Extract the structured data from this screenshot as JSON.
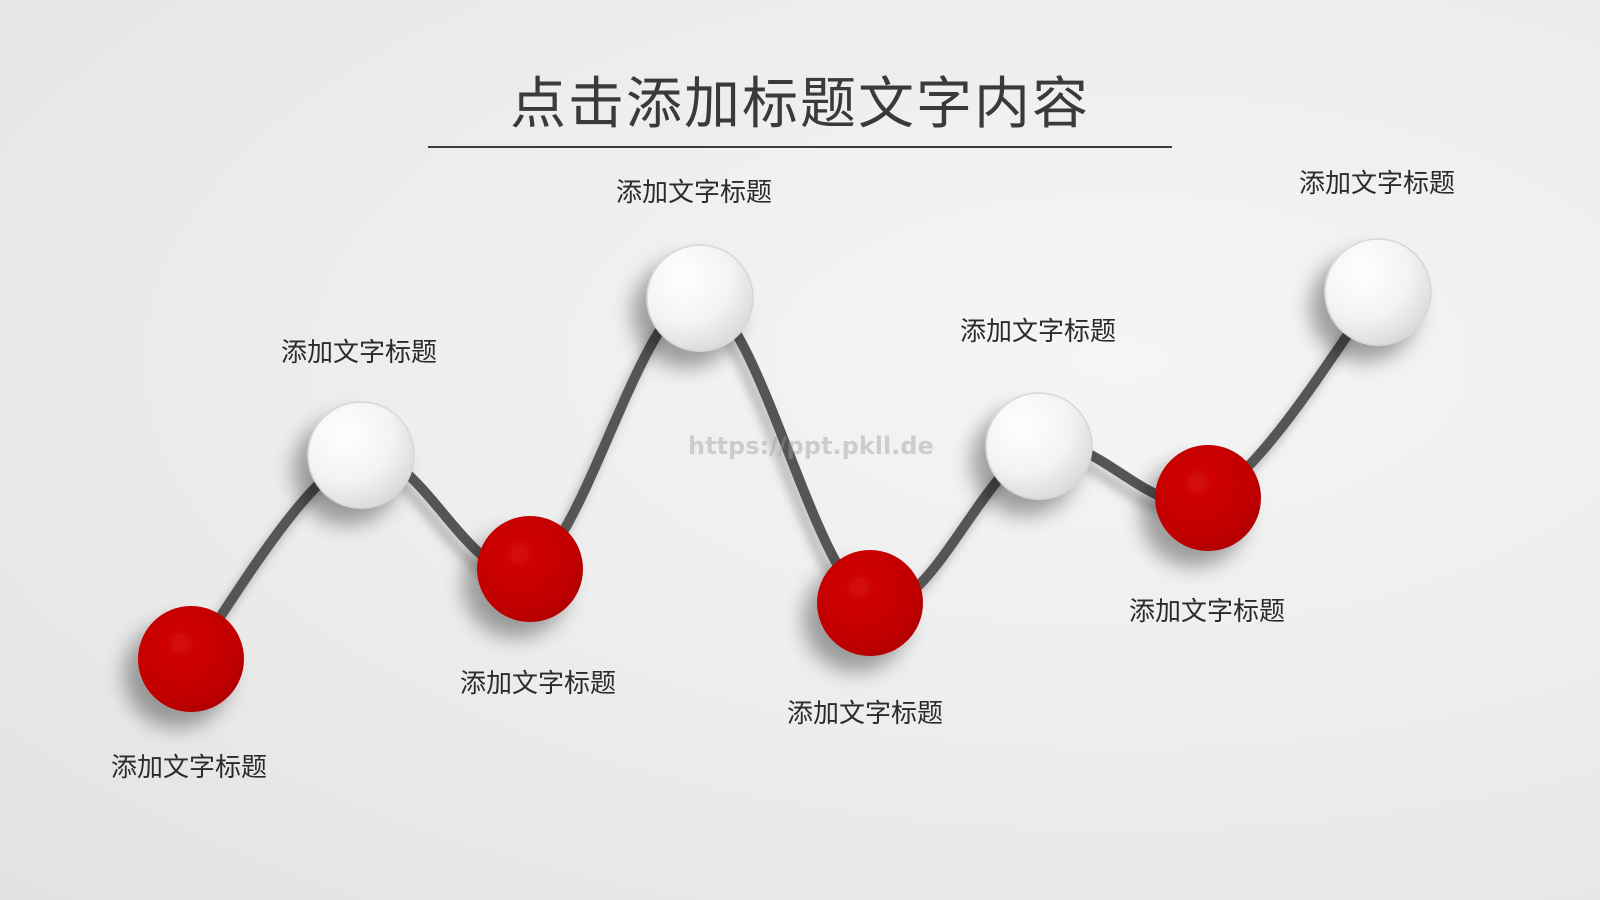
{
  "title": "点击添加标题文字内容",
  "watermark": "https://ppt.pkll.de",
  "colors": {
    "accent_red": "#c00000",
    "node_white": "#f4f4f4",
    "connector": "#555555",
    "title_text": "#3a3a3a"
  },
  "nodes": [
    {
      "label": "添加文字标题",
      "color": "red"
    },
    {
      "label": "添加文字标题",
      "color": "white"
    },
    {
      "label": "添加文字标题",
      "color": "red"
    },
    {
      "label": "添加文字标题",
      "color": "white"
    },
    {
      "label": "添加文字标题",
      "color": "red"
    },
    {
      "label": "添加文字标题",
      "color": "white"
    },
    {
      "label": "添加文字标题",
      "color": "red"
    },
    {
      "label": "添加文字标题",
      "color": "white"
    }
  ]
}
